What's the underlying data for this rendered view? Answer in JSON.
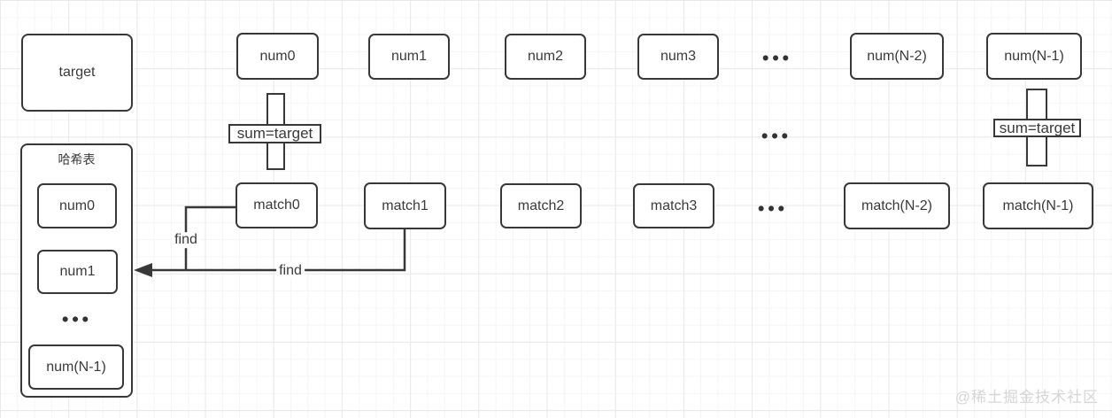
{
  "canvas": {
    "watermark": "@稀土掘金技术社区"
  },
  "colors": {
    "stroke": "#383838",
    "text": "#3a3a3a",
    "grid_minor": "#f5f5f5",
    "grid_major": "#e9e9e9",
    "watermark": "#d6d6d6",
    "box_fill": "#ffffff"
  },
  "target": {
    "label": "target"
  },
  "num_row": {
    "boxes": [
      {
        "label": "num0"
      },
      {
        "label": "num1"
      },
      {
        "label": "num2"
      },
      {
        "label": "num3"
      },
      {
        "label": "num(N-2)"
      },
      {
        "label": "num(N-1)"
      }
    ],
    "ellipsis": "•••"
  },
  "sum_conditions": {
    "left_label": "sum=target",
    "right_label": "sum=target",
    "ellipsis": "•••"
  },
  "match_row": {
    "boxes": [
      {
        "label": "match0"
      },
      {
        "label": "match1"
      },
      {
        "label": "match2"
      },
      {
        "label": "match3"
      },
      {
        "label": "match(N-2)"
      },
      {
        "label": "match(N-1)"
      }
    ],
    "ellipsis": "•••"
  },
  "hash_table": {
    "title": "哈希表",
    "boxes": [
      {
        "label": "num0"
      },
      {
        "label": "num1"
      },
      {
        "label": "num(N-1)"
      }
    ],
    "ellipsis": "•••"
  },
  "edges": {
    "find_from_match0": "find",
    "find_from_match1": "find"
  }
}
